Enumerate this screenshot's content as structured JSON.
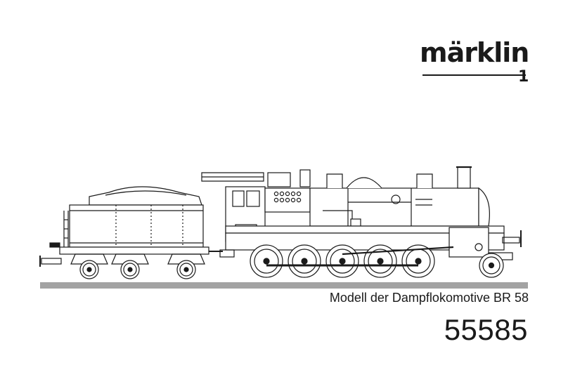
{
  "brand": {
    "name": "märklin",
    "gauge": "1"
  },
  "document": {
    "title": "Modell der Dampflokomotive BR 58",
    "model_number": "55585"
  },
  "illustration": {
    "subject": "steam-locomotive-line-drawing"
  },
  "colors": {
    "ink": "#1a1a1a",
    "rail": "#a3a3a3",
    "background": "#ffffff"
  }
}
